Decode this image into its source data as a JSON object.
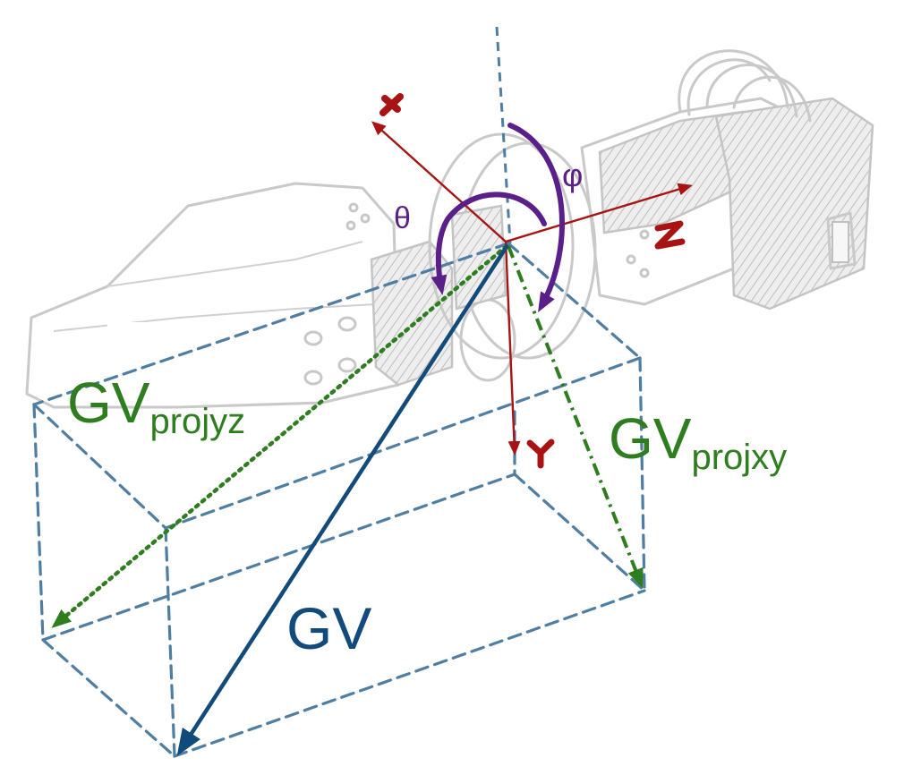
{
  "labels": {
    "gv": "GV",
    "gv_proj_yz_base": "GV",
    "gv_proj_yz_sub": "projyz",
    "gv_proj_xy_base": "GV",
    "gv_proj_xy_sub": "projxy",
    "theta": "θ",
    "phi": "φ",
    "axis_x": "x",
    "axis_y": "Y",
    "axis_z": "z"
  },
  "colors": {
    "gravity_vector": "#134a7c",
    "projections": "#2e7d1e",
    "axes": "#a81414",
    "rotations": "#5b1f8a",
    "box": "#4f7ea3",
    "gripper_sketch": "#c9c9c9"
  },
  "icons": {
    "gripper": "robot-gripper-sketch"
  }
}
